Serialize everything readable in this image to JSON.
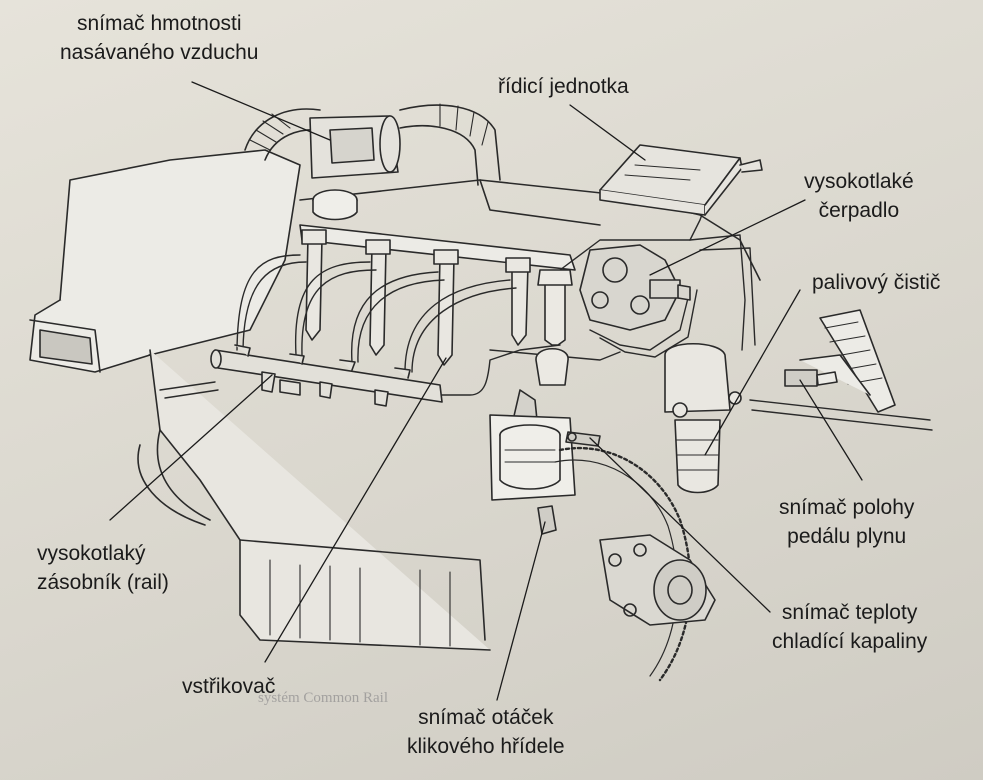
{
  "labels": {
    "maf_sensor": {
      "line1": "snímač hmotnosti",
      "line2": "nasávaného vzduchu"
    },
    "ecu": "řídicí jednotka",
    "hp_pump": {
      "line1": "vysokotlaké",
      "line2": "čerpadlo"
    },
    "fuel_filter": "palivový čistič",
    "pedal_sensor": {
      "line1": "snímač polohy",
      "line2": "pedálu plynu"
    },
    "coolant_sensor": {
      "line1": "snímač teploty",
      "line2": "chladící kapaliny"
    },
    "crank_sensor": {
      "line1": "snímač otáček",
      "line2": "klikového hřídele"
    },
    "injector": "vstřikovač",
    "rail": {
      "line1": "vysokotlaký",
      "line2": "zásobník (rail)"
    }
  },
  "caption_bleed": "systém Common Rail",
  "colors": {
    "background": "#dcd9d0",
    "ink": "#1b1b1b",
    "drawing_line": "#2a2a2a"
  }
}
